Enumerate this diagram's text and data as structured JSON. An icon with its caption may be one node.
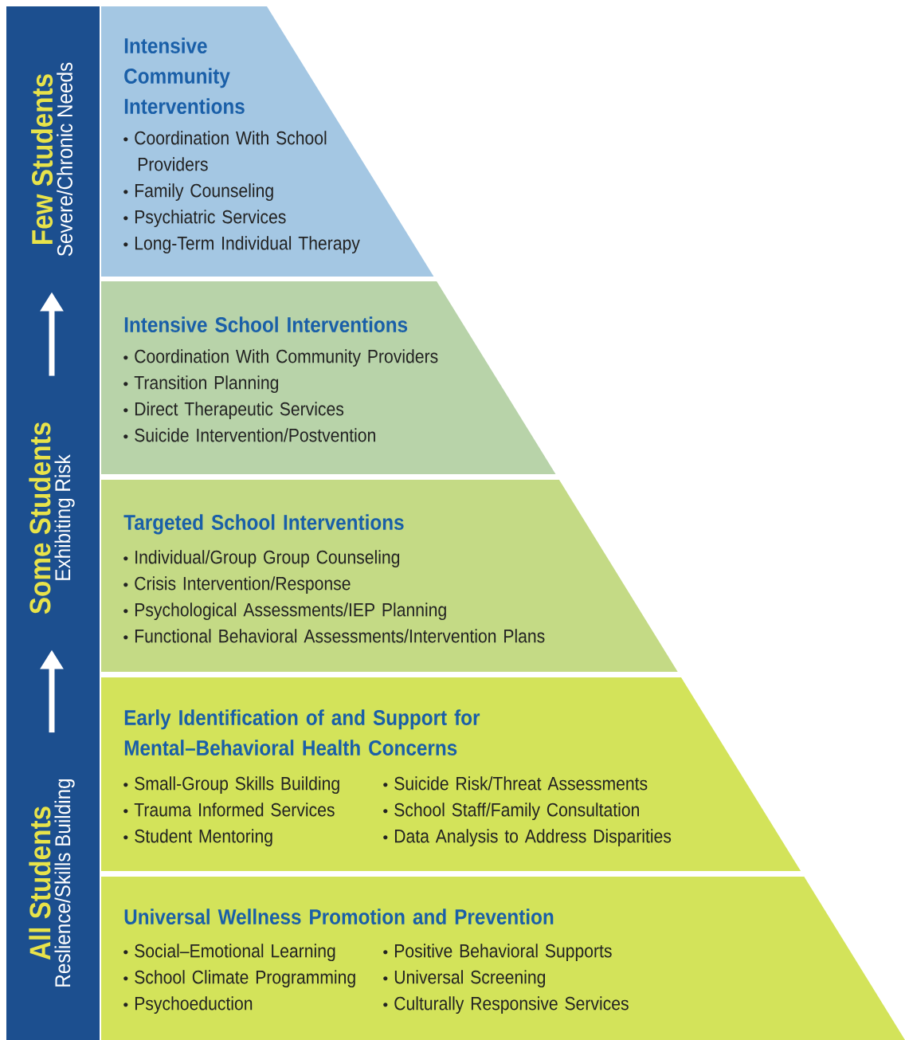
{
  "diagram": {
    "nodes": [
      {
        "text": [
          "Few Students",
          "Severe/Chronic Needs"
        ]
      },
      {
        "text": [
          "Some Students",
          "Exhibiting Risk"
        ]
      },
      {
        "text": [
          "All Students",
          "Reslience/Skills Building"
        ]
      },
      {
        "text": [
          "Intensive Community Interventions",
          "Coordination With School Providers",
          "Family Counseling",
          "Psychiatric Services",
          "Long-Term Individual Therapy"
        ]
      },
      {
        "text": [
          "Intensive School Interventions",
          "Coordination With Community Providers",
          "Transition Planning",
          "Direct Therapeutic Services",
          "Suicide Intervention/Postvention"
        ]
      },
      {
        "text": [
          "Targeted School Interventions",
          "Individual/Group Group Counseling",
          "Crisis Intervention/Response",
          "Psychological Assessments/IEP Planning",
          "Functional Behavioral Assessments/Intervention Plans"
        ]
      },
      {
        "text": [
          "Early Identification of and Support for Mental–Behavioral Health Concerns",
          "Small-Group Skills Building",
          "Trauma Informed Services",
          "Student Mentoring",
          "Suicide Risk/Threat Assessments",
          "School Staff/Family Consultation",
          "Data Analysis to Address Disparities"
        ]
      },
      {
        "text": [
          "Universal Wellness Promotion and Prevention",
          "Social–Emotional Learning",
          "School Climate Programming",
          "Psychoeduction",
          "Positive Behavioral Supports",
          "Universal Screening",
          "Culturally Responsive Services"
        ]
      }
    ],
    "edges": [
      {
        "from": 2,
        "to": 1,
        "arrow": "to"
      },
      {
        "from": 1,
        "to": 0,
        "arrow": "to"
      }
    ]
  }
}
